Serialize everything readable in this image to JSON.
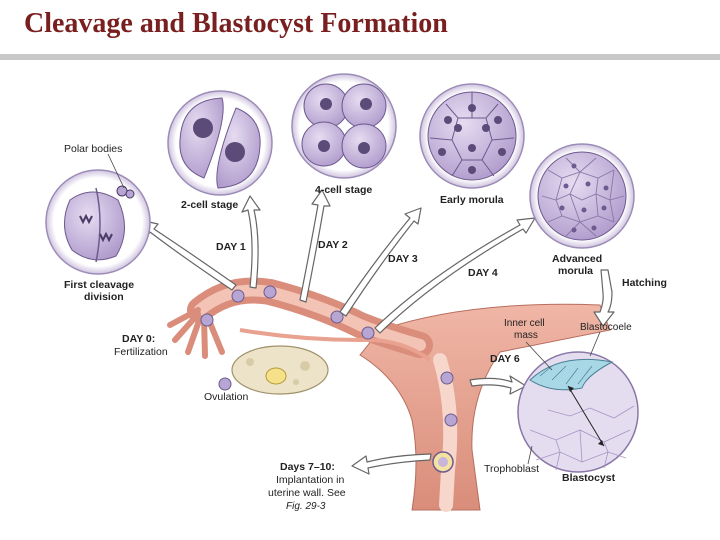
{
  "title": "Cleavage and Blastocyst Formation",
  "colors": {
    "title": "#7a1f1f",
    "rule": "#c8c8c8",
    "cell_fill": "#c7b5dc",
    "cell_stroke": "#6d5a8f",
    "nucleus": "#5c4a78",
    "tissue": "#e8a28f",
    "tube_lumen": "#f3c3b5",
    "arrow_fill": "#ffffff",
    "arrow_stroke": "#666666"
  },
  "labels": {
    "polar_bodies": "Polar bodies",
    "two_cell": "2-cell stage",
    "four_cell": "4-cell stage",
    "early_morula": "Early morula",
    "advanced_morula_1": "Advanced",
    "advanced_morula_2": "morula",
    "hatching": "Hatching",
    "first_cleavage_1": "First cleavage",
    "first_cleavage_2": "division",
    "day1": "DAY 1",
    "day2": "DAY 2",
    "day3": "DAY 3",
    "day4": "DAY 4",
    "day0_1": "DAY 0:",
    "day0_2": "Fertilization",
    "ovulation": "Ovulation",
    "inner_cell_mass_1": "Inner cell",
    "inner_cell_mass_2": "mass",
    "blastocoele": "Blastocoele",
    "day6": "DAY 6",
    "trophoblast": "Trophoblast",
    "blastocyst": "Blastocyst",
    "implantation_1": "Days 7–10:",
    "implantation_2": "Implantation in",
    "implantation_3": "uterine wall. See",
    "figure_ref": "Fig. 29-3"
  },
  "icons": [
    "zygote-icon",
    "two-cell-icon",
    "four-cell-icon",
    "early-morula-icon",
    "advanced-morula-icon",
    "blastocyst-icon",
    "uterine-tube-icon",
    "ovary-icon"
  ]
}
